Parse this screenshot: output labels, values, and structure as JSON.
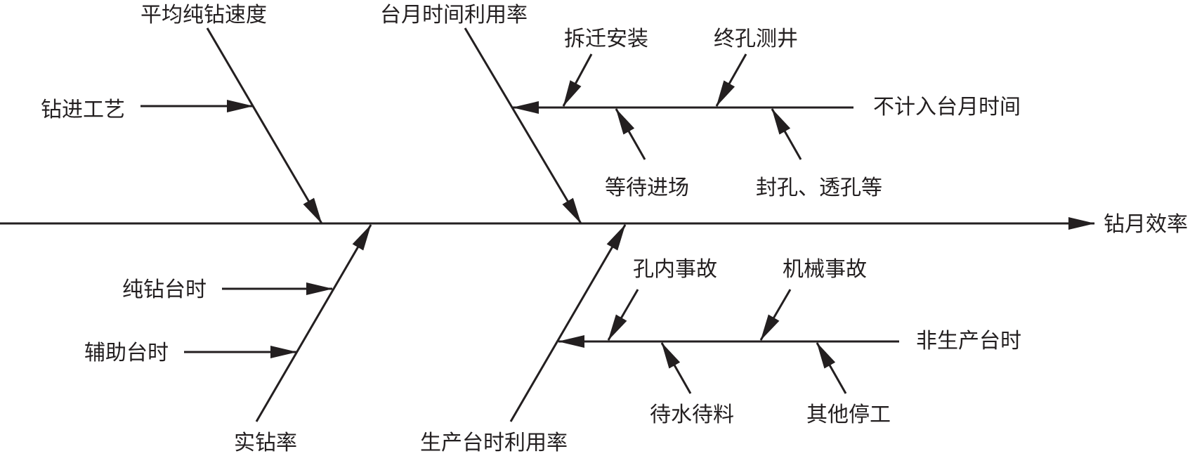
{
  "diagram": {
    "effect": "钻月效率",
    "causes_top": {
      "avg_speed": "平均纯钻速度",
      "month_util": "台月时间利用率",
      "drill_process": "钻进工艺",
      "not_counted": "不计入台月时间",
      "dismantle": "拆迁安装",
      "final_logging": "终孔测井",
      "waiting": "等待进场",
      "sealing": "封孔、透孔等"
    },
    "causes_bottom": {
      "real_rate": "实钻率",
      "prod_util": "生产台时利用率",
      "pure_time": "纯钻台时",
      "aux_time": "辅助台时",
      "nonprod": "非生产台时",
      "hole_accident": "孔内事故",
      "mech_accident": "机械事故",
      "water_material": "待水待料",
      "other_stop": "其他停工"
    }
  }
}
